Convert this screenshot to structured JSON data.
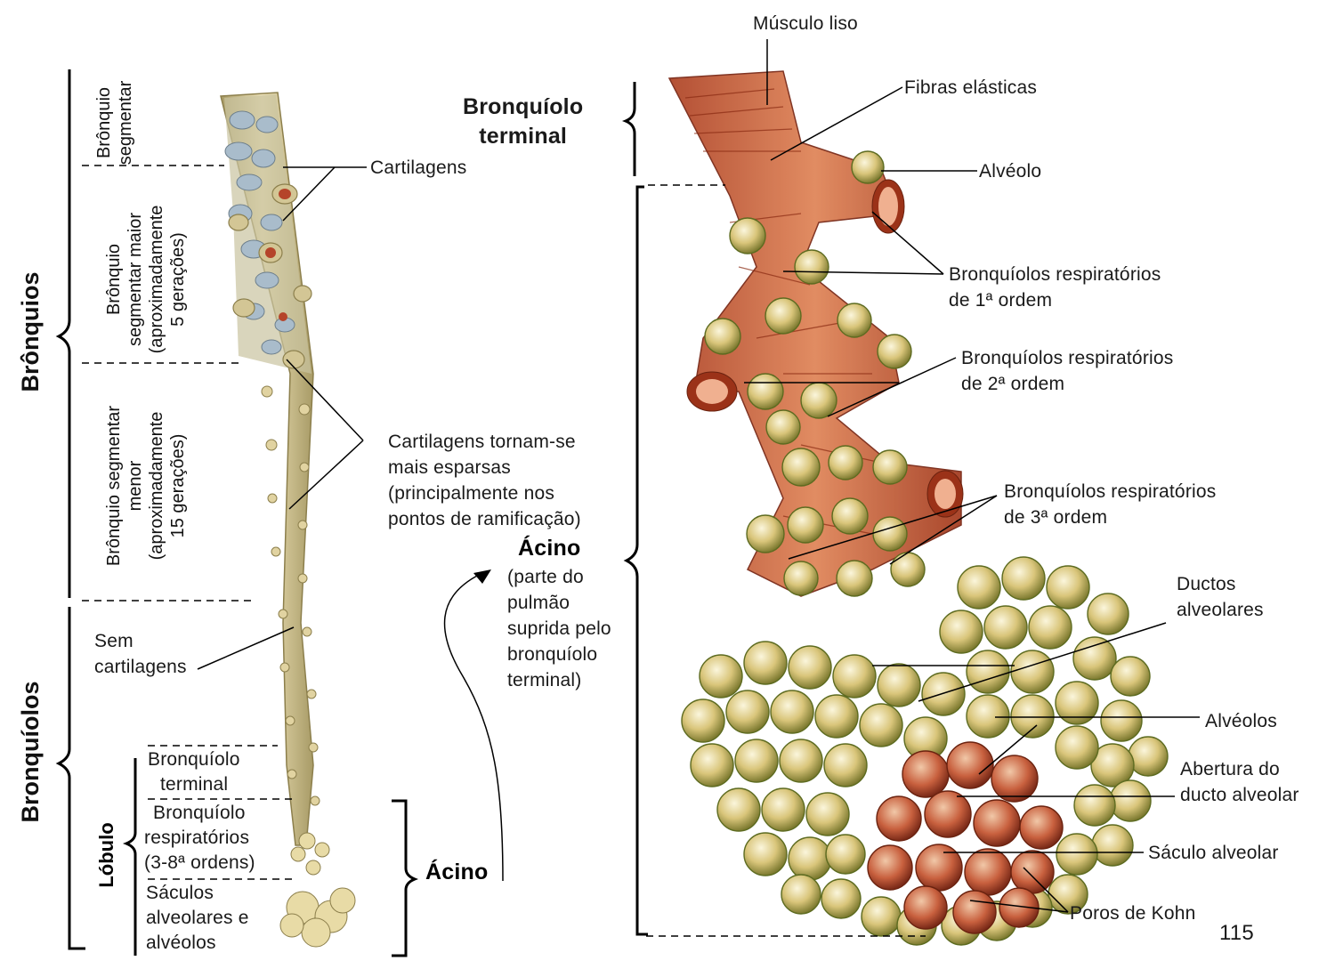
{
  "left": {
    "bronquios": "Brônquios",
    "bronquiolos": "Bronquíolos",
    "lobulo": "Lóbulo",
    "segmentar": [
      "Brônquio",
      "segmentar"
    ],
    "maior": [
      "Brônquio",
      "segmentar maior",
      "(aproximadamente",
      "5 gerações)"
    ],
    "menor": [
      "Brônquio segmentar",
      "menor",
      "(aproximadamente",
      "15 gerações)"
    ],
    "sem_cartilagens": [
      "Sem",
      "cartilagens"
    ],
    "bronquiolo_terminal": [
      "Bronquíolo",
      "terminal"
    ],
    "bronquiolo_respiratorio": [
      "Bronquíolo",
      "respiratórios",
      "(3-8ª ordens)"
    ],
    "saculos": [
      "Sáculos",
      "alveolares e",
      "alvéolos"
    ],
    "acino": "Ácino",
    "cartilagens": "Cartilagens",
    "esparsas": [
      "Cartilagens tornam-se",
      "mais esparsas",
      "(principalmente nos",
      "pontos de ramificação)"
    ]
  },
  "middle": {
    "acino_title": "Ácino",
    "acino_desc": [
      "(parte do",
      "pulmão",
      "suprida pelo",
      "bronquíolo",
      "terminal)"
    ],
    "bronquiolo_terminal_title": [
      "Bronquíolo",
      "terminal"
    ]
  },
  "right": {
    "musculo": "Músculo liso",
    "fibras": "Fibras elásticas",
    "alveolo": "Alvéolo",
    "resp1": [
      "Bronquíolos respiratórios",
      "de 1ª ordem"
    ],
    "resp2": [
      "Bronquíolos respiratórios",
      "de 2ª ordem"
    ],
    "resp3": [
      "Bronquíolos respiratórios",
      "de 3ª ordem"
    ],
    "ductos": [
      "Ductos",
      "alveolares"
    ],
    "alveolos": "Alvéolos",
    "abertura": [
      "Abertura do",
      "ducto alveolar"
    ],
    "saculo": "Sáculo alveolar",
    "poros": "Poros de Kohn",
    "page_number": "115"
  },
  "colors": {
    "tube": "#d8c79a",
    "tube_shadow": "#9a8f5e",
    "cartilage": "#9fb2c4",
    "red": "#b8482c",
    "alveolus": "#d9c57a",
    "alveolus_edge": "#6f7a2c"
  }
}
